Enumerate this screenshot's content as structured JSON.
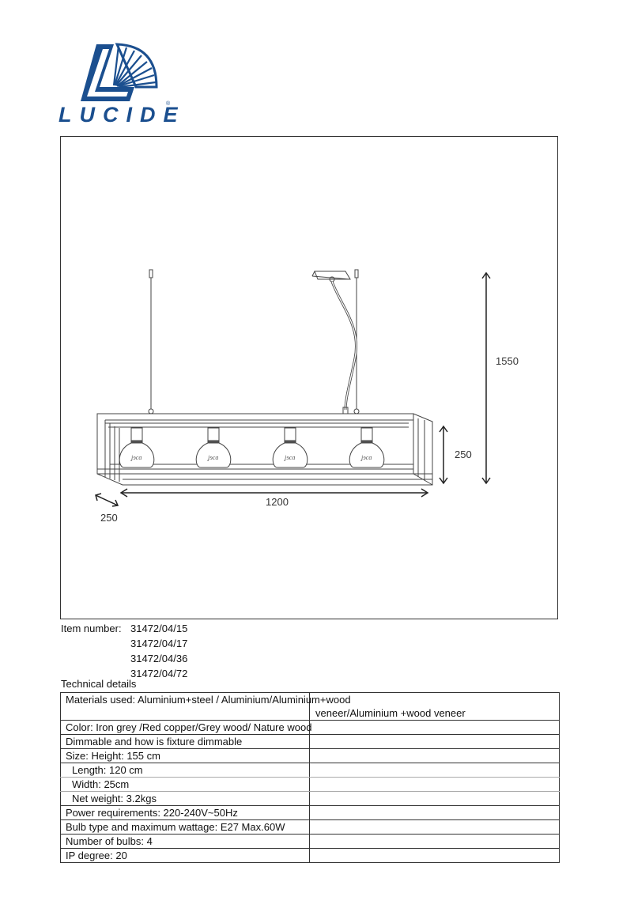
{
  "brand": {
    "name": "LUCIDE",
    "registered_mark": "®",
    "color": "#1b4f8f"
  },
  "drawing": {
    "dimensions": {
      "total_height": "1550",
      "body_height": "250",
      "length": "1200",
      "depth": "250"
    },
    "bulb_count": 4
  },
  "item_number": {
    "label": "Item number:",
    "values": [
      "31472/04/15",
      "31472/04/17",
      "31472/04/36",
      "31472/04/72"
    ]
  },
  "technical_details": {
    "title": "Technical details",
    "rows": [
      {
        "label": "Materials used:  Aluminium+steel / Aluminium/Aluminium+wood",
        "line2": "veneer/Aluminium +wood veneer",
        "value": ""
      },
      {
        "label": "Color:  Iron grey /Red copper/Grey wood/ Nature wood",
        "value": ""
      },
      {
        "label": "Dimmable and how is fixture dimmable",
        "value": ""
      },
      {
        "label": "Size:  Height:   155 cm",
        "value": ""
      },
      {
        "label": "Length:  120 cm",
        "value": ""
      },
      {
        "label": "Width:  25cm",
        "value": ""
      },
      {
        "label": "Net weight:  3.2kgs",
        "value": ""
      },
      {
        "label": "Power requirements:   220-240V~50Hz",
        "value": ""
      },
      {
        "label": "Bulb type and maximum wattage:  E27 Max.60W",
        "value": ""
      },
      {
        "label": "Number of bulbs:  4",
        "value": ""
      },
      {
        "label": "IP degree:  20",
        "value": ""
      }
    ]
  }
}
